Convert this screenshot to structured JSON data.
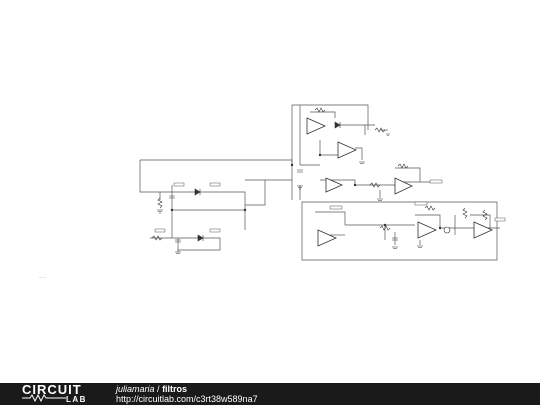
{
  "footer": {
    "logo_word1": "CIRCUIT",
    "logo_word2": "LAB",
    "user": "juliamaria",
    "separator": "/",
    "project": "filtros",
    "url": "http://circuitlab.com/c3rt38w589na7"
  },
  "colors": {
    "wire": "#555555",
    "component": "#333333",
    "footer_bg": "#1a1a1a",
    "footer_text": "#ffffff"
  }
}
